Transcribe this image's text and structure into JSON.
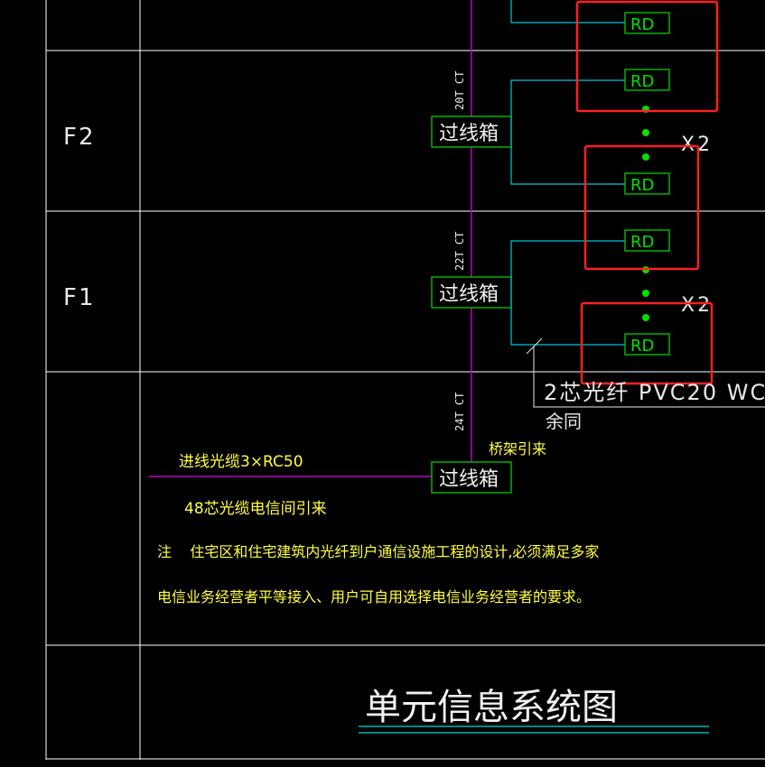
{
  "colors": {
    "background": "#000000",
    "grid": "#ffffff",
    "riser": "#c000c0",
    "branch": "#00c8d8",
    "box": "#00e000",
    "device": "#00e000",
    "highlight": "#ff2020",
    "dim_text": "#e8e8e8",
    "yellow_text": "#ffff40",
    "title_text": "#f0f0f0",
    "underline": "#00d8d8"
  },
  "floors": {
    "f2": "F2",
    "f1": "F1"
  },
  "riser_labels": {
    "upper": "20T CT",
    "middle": "22T CT",
    "lower": "24T CT"
  },
  "boxes": {
    "f2": "过线箱",
    "f1": "过线箱",
    "ground": "过线箱"
  },
  "devices": {
    "label": "RD"
  },
  "multipliers": {
    "upper": "X2",
    "lower": "X2"
  },
  "branch_note": {
    "line1": "2芯光纤 PVC20 WC",
    "line2": "余同"
  },
  "tray_label": "桥架引来",
  "incoming": {
    "cable": "进线光缆3×RC50",
    "source": "48芯光缆电信间引来"
  },
  "notes": {
    "line1": "注    住宅区和住宅建筑内光纤到户通信设施工程的设计,必须满足多家",
    "line2": "电信业务经营者平等接入、用户可自用选择电信业务经营者的要求。"
  },
  "title": "单元信息系统图"
}
